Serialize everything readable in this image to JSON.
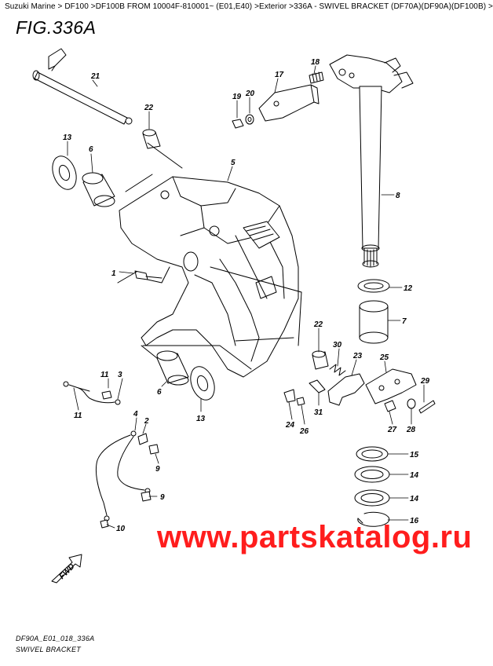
{
  "breadcrumb": "Suzuki Marine > DF100 >DF100B FROM 10004F-810001~ (E01,E40) >Exterior >336A - SWIVEL BRACKET (DF70A)(DF90A)(DF100B) >",
  "figure_title": "FIG.336A",
  "part_labels": {
    "p1": "1",
    "p2": "2",
    "p3": "3",
    "p4": "4",
    "p5": "5",
    "p6a": "6",
    "p6b": "6",
    "p7": "7",
    "p8": "8",
    "p9a": "9",
    "p9b": "9",
    "p10": "10",
    "p11a": "11",
    "p11b": "11",
    "p12": "12",
    "p13a": "13",
    "p13b": "13",
    "p14a": "14",
    "p14b": "14",
    "p15": "15",
    "p16": "16",
    "p17": "17",
    "p18": "18",
    "p19": "19",
    "p20": "20",
    "p21": "21",
    "p22a": "22",
    "p22b": "22",
    "p23": "23",
    "p24": "24",
    "p25": "25",
    "p26": "26",
    "p27": "27",
    "p28": "28",
    "p29": "29",
    "p30": "30",
    "p31": "31"
  },
  "fwd_label": "FWD",
  "watermark": "www.partskatalog.ru",
  "diagram_code": "DF90A_E01_018_336A",
  "caption": "SWIVEL BRACKET",
  "colors": {
    "watermark": "#ff1d1d",
    "line": "#000000"
  }
}
